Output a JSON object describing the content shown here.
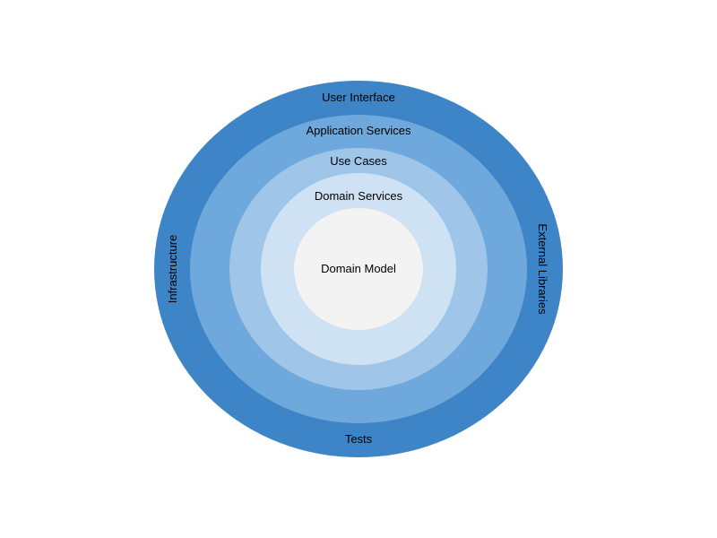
{
  "diagram": {
    "layers": [
      {
        "id": "outer",
        "color": "#3d85c6",
        "labels": [
          "User Interface",
          "Tests",
          "Infrastructure",
          "External Libraries"
        ]
      },
      {
        "id": "application",
        "color": "#6fa8dc",
        "labels": [
          "Application Services"
        ]
      },
      {
        "id": "use-cases",
        "color": "#9fc5e8",
        "labels": [
          "Use Cases"
        ]
      },
      {
        "id": "domain-svc",
        "color": "#cfe2f3",
        "labels": [
          "Domain Services"
        ]
      },
      {
        "id": "core",
        "color": "#f3f3f3",
        "labels": [
          "Domain Model"
        ]
      }
    ],
    "user_interface": "User Interface",
    "tests": "Tests",
    "infrastructure": "Infrastructure",
    "external_libraries": "External Libraries",
    "application_services": "Application Services",
    "use_cases": "Use Cases",
    "domain_services": "Domain Services",
    "domain_model": "Domain Model"
  }
}
